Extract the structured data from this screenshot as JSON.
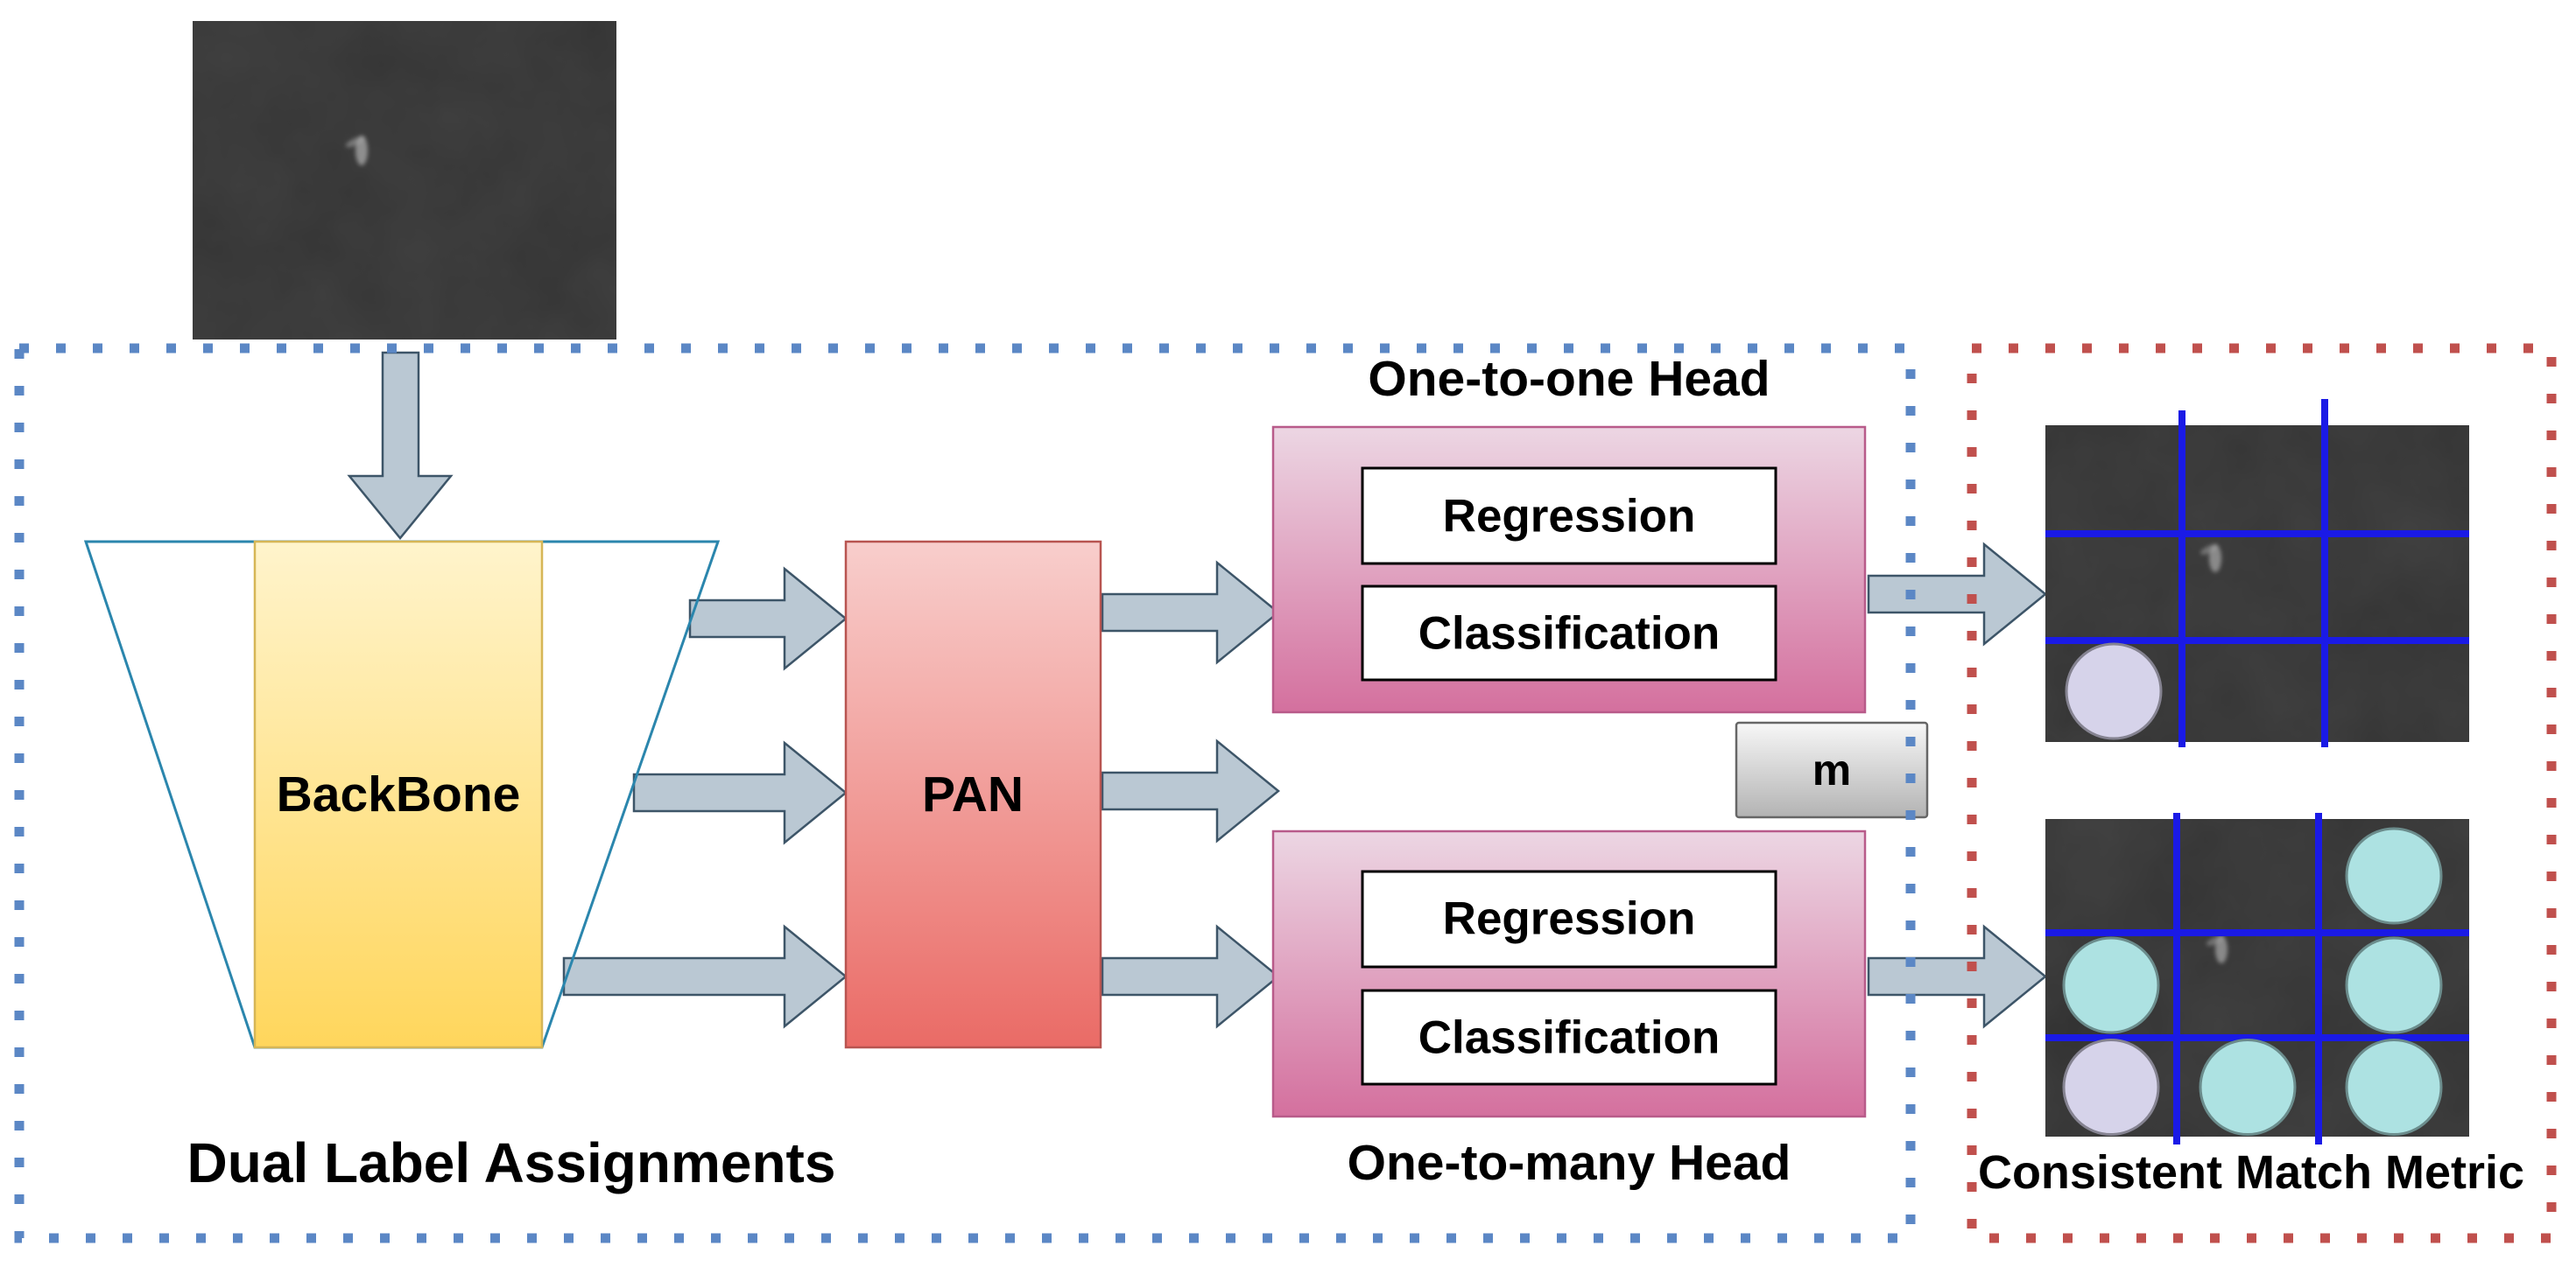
{
  "backbone": {
    "label": "BackBone"
  },
  "neck": {
    "label": "PAN"
  },
  "one_to_one_head": {
    "title": "One-to-one Head",
    "blocks": [
      "Regression",
      "Classification"
    ]
  },
  "metric_box": {
    "label": "m"
  },
  "one_to_many_head": {
    "title": "One-to-many Head",
    "blocks": [
      "Regression",
      "Classification"
    ]
  },
  "left_region": {
    "caption": "Dual Label Assignments"
  },
  "right_region": {
    "caption": "Consistent Match Metric"
  },
  "match_grids": [
    {
      "cells": [
        [
          null,
          null,
          null
        ],
        [
          null,
          null,
          null
        ],
        [
          "#d6d3ea",
          null,
          null
        ]
      ]
    },
    {
      "cells": [
        [
          null,
          null,
          "#ade2e2"
        ],
        [
          "#ade2e2",
          null,
          "#ade2e2"
        ],
        [
          "#d6d3ea",
          "#ade2e2",
          "#ade2e2"
        ]
      ]
    }
  ],
  "colors": {
    "left_region_border": "#5b87c5",
    "right_region_border": "#c0504d",
    "trapezoid_outline": "#2b86ad",
    "backbone_fill_top": "#fff4cc",
    "backbone_fill_bottom": "#ffd65c",
    "backbone_outline": "#d6b656",
    "pan_fill_top": "#f8cecc",
    "pan_fill_bottom": "#ea6b66",
    "pan_outline": "#b85450",
    "head_fill_top": "#ecd6e3",
    "head_fill_bottom": "#d4709e",
    "head_outline": "#b85b8a",
    "metric_fill_top": "#f7f7f7",
    "metric_fill_bottom": "#b3b3b3",
    "metric_outline": "#666666",
    "arrow_fill": "#bac8d3",
    "arrow_outline": "#3d5568",
    "grid_lines": "#1a1ae6",
    "image_background": "#242424",
    "image_object": "#a9a9a9"
  }
}
